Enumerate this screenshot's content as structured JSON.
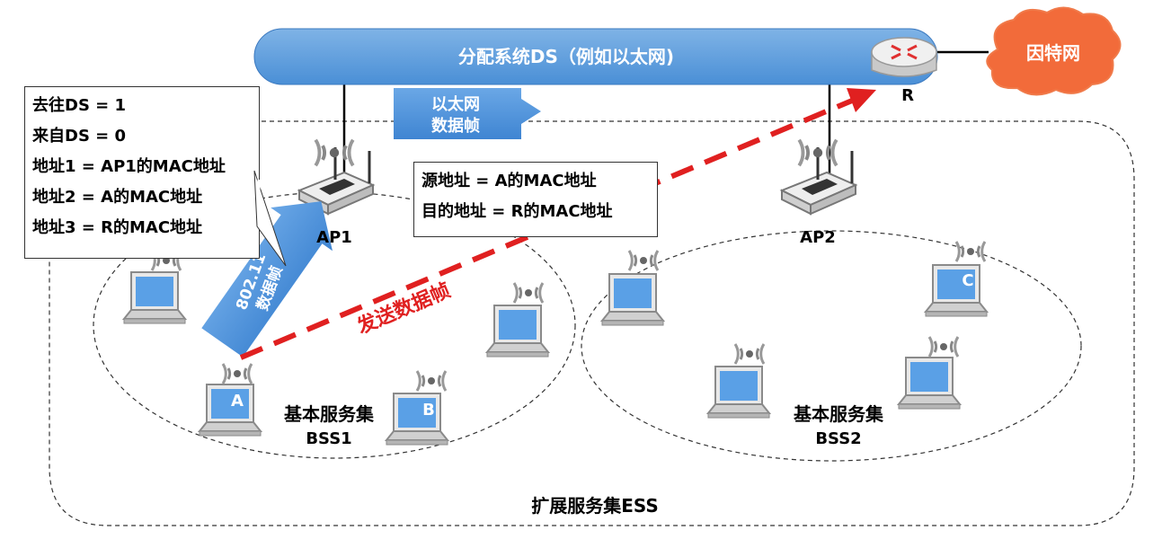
{
  "ds_label": "分配系统DS（例如以太网)",
  "internet_label": "因特网",
  "router_label": "R",
  "ap1_label": "AP1",
  "ap2_label": "AP2",
  "header_box": [
    "去往DS = 1",
    "来自DS = 0",
    "地址1 = AP1的MAC地址",
    "地址2 = A的MAC地址",
    "地址3 = R的MAC地址"
  ],
  "ethernet_frame_line1": "以太网",
  "ethernet_frame_line2": "数据帧",
  "eth_address_box": [
    "源地址 = A的MAC地址",
    "目的地址 = R的MAC地址"
  ],
  "wifi_frame_line1": "802.11",
  "wifi_frame_line2": "数据帧",
  "send_frame_label": "发送数据帧",
  "bss1_label_1": "基本服务集",
  "bss1_label_2": "BSS1",
  "bss2_label_1": "基本服务集",
  "bss2_label_2": "BSS2",
  "ess_label": "扩展服务集ESS",
  "host_a": "A",
  "host_b": "B",
  "host_c": "C",
  "colors": {
    "ds_blue": "#5b9bd5",
    "internet_orange": "#f26b3a",
    "arrow_red": "#e02020",
    "frame_blue": "#4a90d9"
  }
}
